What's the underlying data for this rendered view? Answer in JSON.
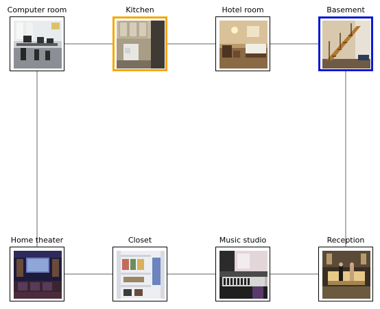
{
  "rooms": [
    {
      "key": "computer-room",
      "label": "Computer room",
      "highlight": "none"
    },
    {
      "key": "kitchen",
      "label": "Kitchen",
      "highlight": "orange"
    },
    {
      "key": "hotel-room",
      "label": "Hotel room",
      "highlight": "none"
    },
    {
      "key": "basement",
      "label": "Basement",
      "highlight": "blue"
    },
    {
      "key": "home-theater",
      "label": "Home theater",
      "highlight": "none"
    },
    {
      "key": "closet",
      "label": "Closet",
      "highlight": "none"
    },
    {
      "key": "music-studio",
      "label": "Music studio",
      "highlight": "none"
    },
    {
      "key": "reception",
      "label": "Reception",
      "highlight": "none"
    }
  ],
  "connections": [
    [
      "computer-room",
      "kitchen"
    ],
    [
      "kitchen",
      "hotel-room"
    ],
    [
      "hotel-room",
      "basement"
    ],
    [
      "computer-room",
      "home-theater"
    ],
    [
      "basement",
      "reception"
    ],
    [
      "home-theater",
      "closet"
    ],
    [
      "closet",
      "music-studio"
    ],
    [
      "music-studio",
      "reception"
    ]
  ],
  "colors": {
    "highlight_orange": "#f5a800",
    "highlight_blue": "#0a17d6",
    "connector": "#808080"
  }
}
